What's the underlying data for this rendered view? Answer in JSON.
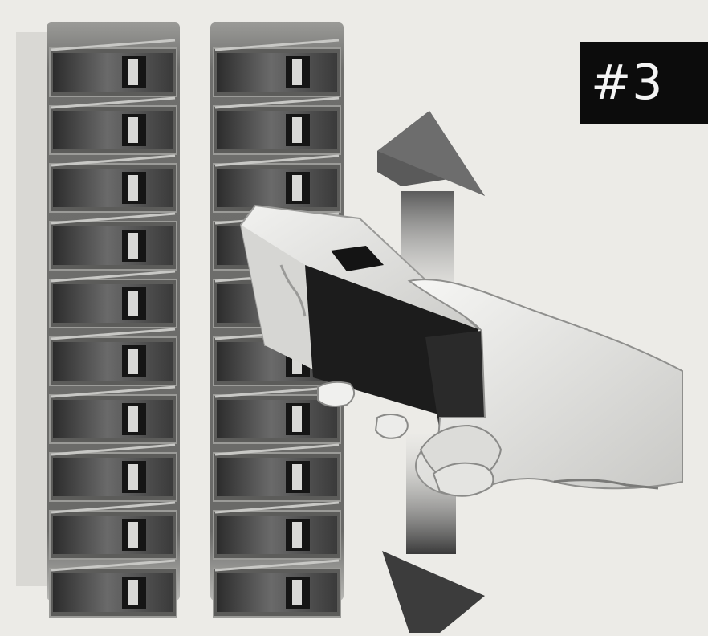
{
  "badge": {
    "text": "#3"
  },
  "illustration": {
    "breaker_columns": 2,
    "breakers_per_column": 10,
    "tool_in_column": 2,
    "arrow": "up-down"
  },
  "colors": {
    "background": "#ecebe7",
    "badge_bg": "#0c0c0c",
    "badge_text": "#f4f4f4",
    "tool_body": "#e2e2de",
    "tool_dark": "#1c1c1c"
  }
}
